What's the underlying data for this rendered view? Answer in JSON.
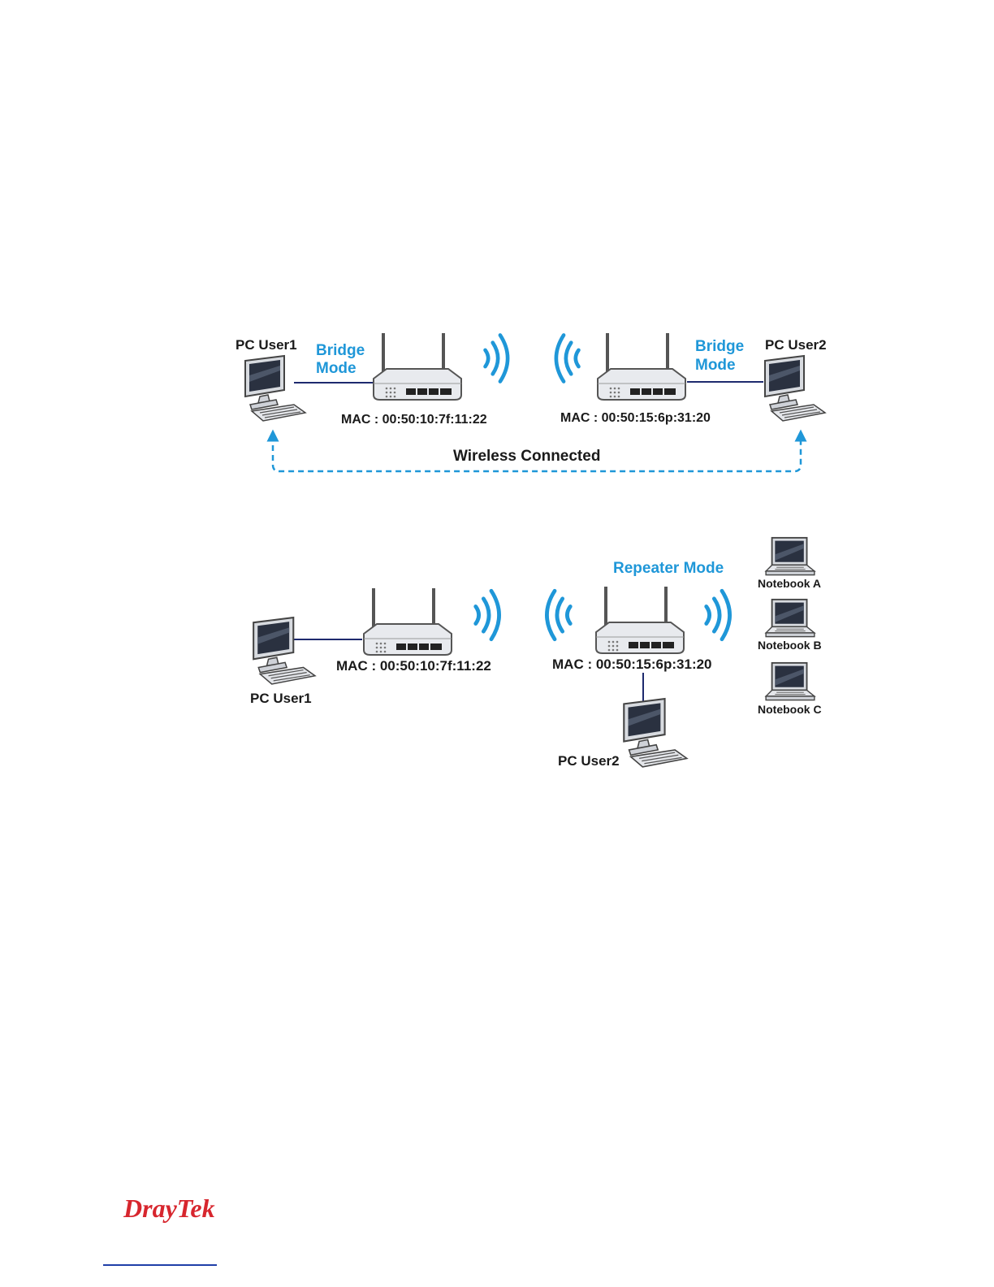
{
  "bridge": {
    "pc_user1": "PC User1",
    "pc_user2": "PC User2",
    "mode_left_line1": "Bridge",
    "mode_left_line2": "Mode",
    "mode_right_line1": "Bridge",
    "mode_right_line2": "Mode",
    "mac_left": "MAC : 00:50:10:7f:11:22",
    "mac_right": "MAC : 00:50:15:6p:31:20",
    "link_label": "Wireless Connected"
  },
  "repeater": {
    "mode_label": "Repeater Mode",
    "pc_user1": "PC User1",
    "pc_user2": "PC User2",
    "mac_left": "MAC : 00:50:10:7f:11:22",
    "mac_right": "MAC : 00:50:15:6p:31:20",
    "notebook_a": "Notebook A",
    "notebook_b": "Notebook B",
    "notebook_c": "Notebook C"
  },
  "logo": {
    "text": "DrayTek",
    "color": "#d7262e"
  },
  "colors": {
    "accent": "#1f97d8",
    "line": "#1e2a6e"
  }
}
